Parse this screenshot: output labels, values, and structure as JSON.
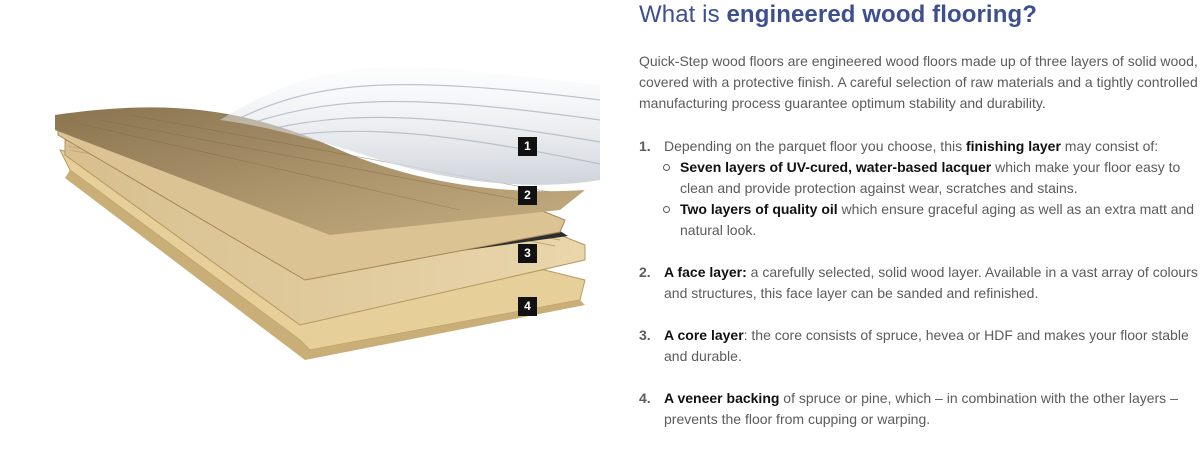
{
  "illustration": {
    "badges": [
      "1",
      "2",
      "3",
      "4"
    ]
  },
  "heading": {
    "prefix": "What is ",
    "emphasis": "engineered wood flooring?"
  },
  "intro": "Quick-Step wood floors are engineered wood floors made up of three layers of solid wood, covered with a protective finish. A careful selection of raw materials and a tightly controlled manufacturing process guarantee optimum stability and durability.",
  "items": [
    {
      "number": "1.",
      "text_before": "Depending on the parquet floor you choose, this ",
      "bold": "finishing layer",
      "text_after": " may consist of:",
      "sub": [
        {
          "bold": "Seven layers of UV-cured, water-based lacquer",
          "text": " which make your floor easy to clean and provide protection against wear, scratches and stains."
        },
        {
          "bold": "Two layers of quality oil",
          "text": " which ensure graceful aging as well as an extra matt and natural look."
        }
      ]
    },
    {
      "number": "2.",
      "bold": "A face layer:",
      "text_after": " a carefully selected, solid wood layer. Available in a vast array of colours and structures, this face layer can be sanded and refinished."
    },
    {
      "number": "3.",
      "bold": "A core layer",
      "text_after": ": the core consists of spruce, hevea or HDF and makes your floor stable and durable."
    },
    {
      "number": "4.",
      "bold": "A veneer backing",
      "text_after": " of spruce or pine, which – in combination with the other layers – prevents the floor from cupping or warping."
    }
  ]
}
